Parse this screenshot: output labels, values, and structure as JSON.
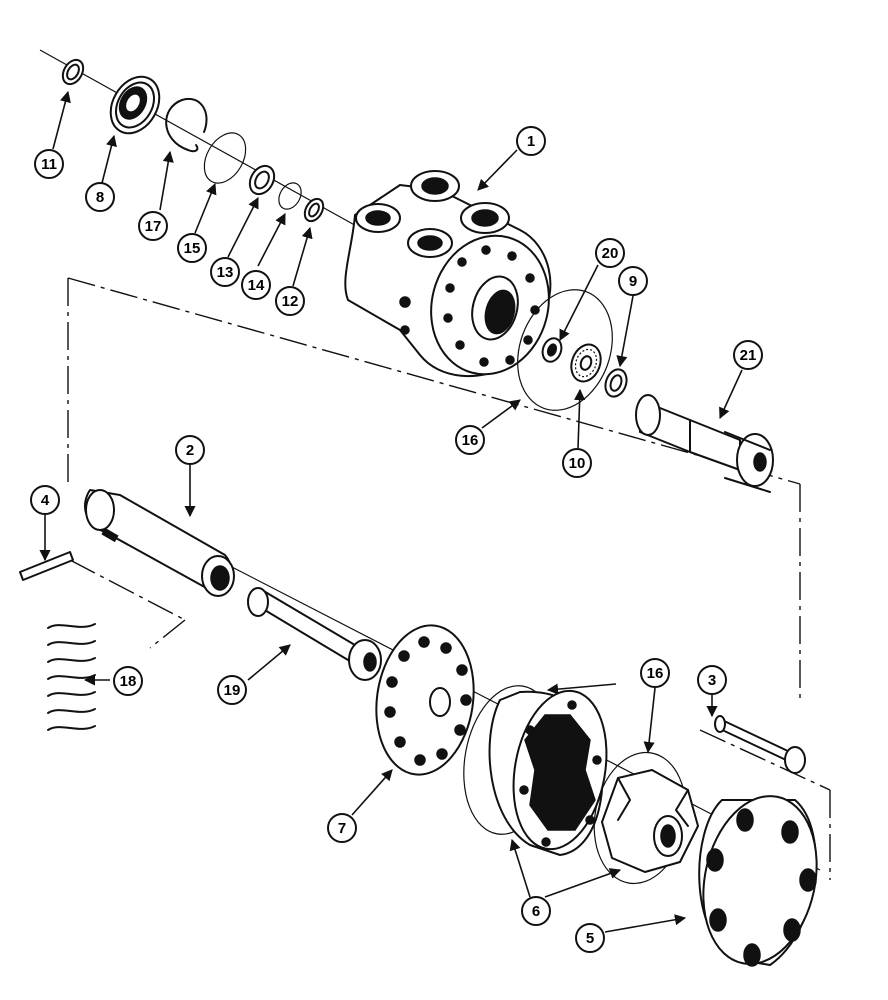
{
  "callouts": [
    {
      "id": "c1",
      "label": "1"
    },
    {
      "id": "c2",
      "label": "2"
    },
    {
      "id": "c3",
      "label": "3"
    },
    {
      "id": "c4",
      "label": "4"
    },
    {
      "id": "c5",
      "label": "5"
    },
    {
      "id": "c6",
      "label": "6"
    },
    {
      "id": "c7",
      "label": "7"
    },
    {
      "id": "c8",
      "label": "8"
    },
    {
      "id": "c9",
      "label": "9"
    },
    {
      "id": "c10",
      "label": "10"
    },
    {
      "id": "c11",
      "label": "11"
    },
    {
      "id": "c12",
      "label": "12"
    },
    {
      "id": "c13",
      "label": "13"
    },
    {
      "id": "c14",
      "label": "14"
    },
    {
      "id": "c15",
      "label": "15"
    },
    {
      "id": "c16a",
      "label": "16"
    },
    {
      "id": "c16b",
      "label": "16"
    },
    {
      "id": "c17",
      "label": "17"
    },
    {
      "id": "c18",
      "label": "18"
    },
    {
      "id": "c19",
      "label": "19"
    },
    {
      "id": "c20",
      "label": "20"
    },
    {
      "id": "c21",
      "label": "21"
    }
  ]
}
